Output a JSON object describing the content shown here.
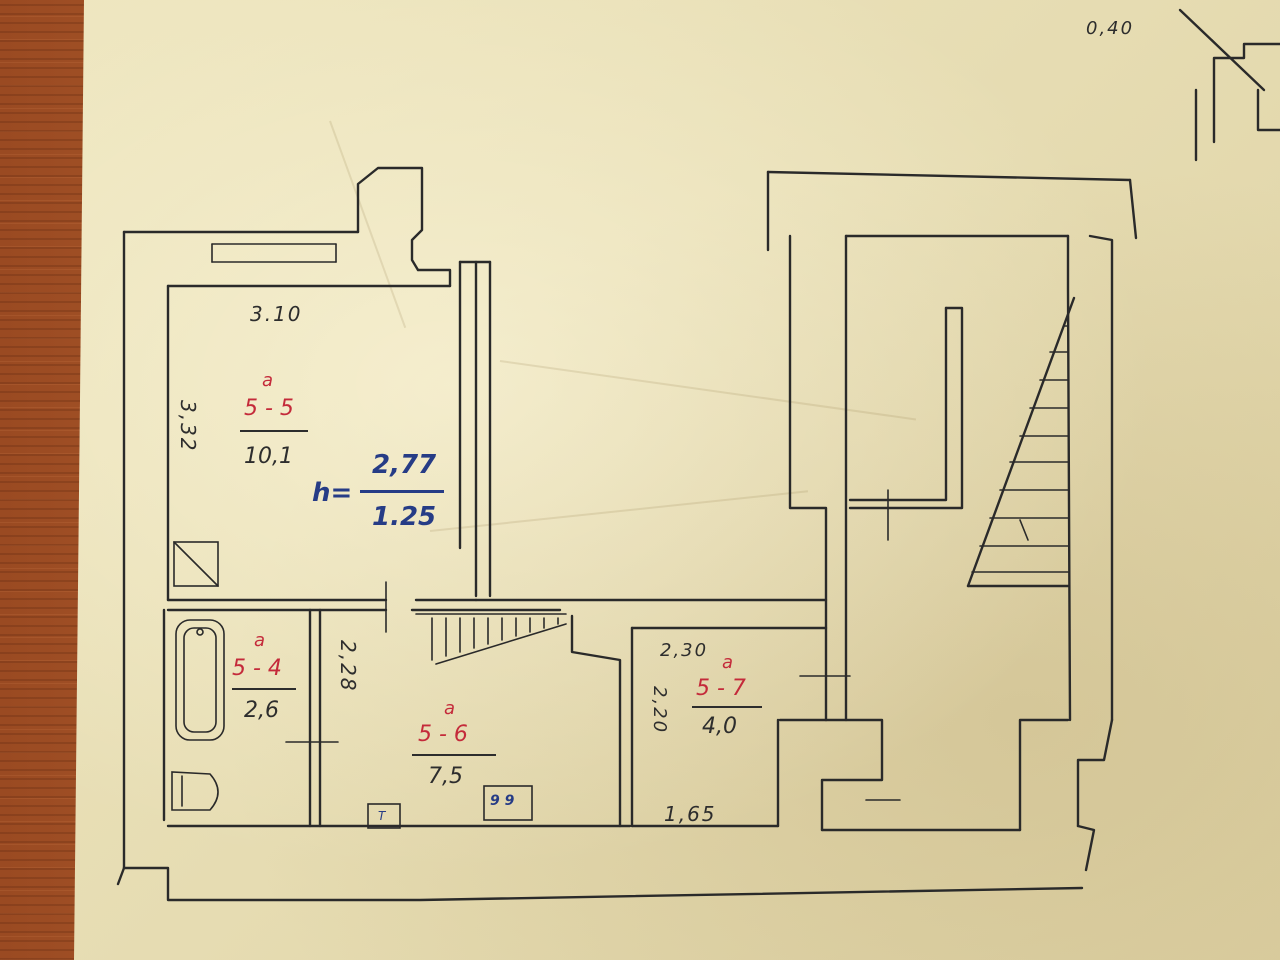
{
  "plan": {
    "dimensions": {
      "top_right": "0,40",
      "room5_width": "3.10",
      "room5_depth": "3,32",
      "bath_depth": "2,28",
      "room7_width": "2,30",
      "room7_depth": "2,20",
      "room7_bottom": "1,65"
    },
    "ceiling": {
      "prefix": "h=",
      "numerator": "2,77",
      "denominator": "1.25"
    },
    "rooms": [
      {
        "id": "5",
        "sup": "a",
        "label": "5 - 5",
        "area": "10,1"
      },
      {
        "id": "4",
        "sup": "a",
        "label": "5 - 4",
        "area": "2,6"
      },
      {
        "id": "6",
        "sup": "a",
        "label": "5 - 6",
        "area": "7,5"
      },
      {
        "id": "7",
        "sup": "a",
        "label": "5 - 7",
        "area": "4,0"
      }
    ],
    "fixtures": {
      "fridge_mark": "T",
      "stove_mark": "9 9"
    },
    "colors": {
      "paper": "#e9e0b6",
      "ink_black": "#2a2a2a",
      "ink_red": "#c42a3a",
      "ink_blue": "#263c86",
      "desk": "#a4542a"
    }
  }
}
